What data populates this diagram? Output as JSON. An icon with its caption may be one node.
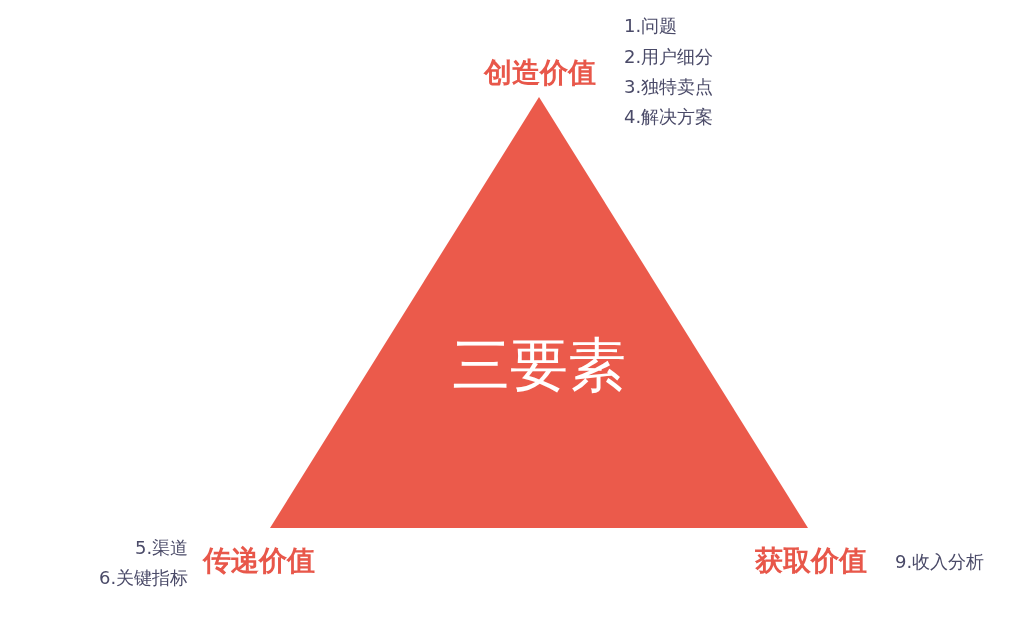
{
  "diagram": {
    "nodes": [
      {
        "text": [
          "三要素"
        ]
      }
    ],
    "labels": [
      "1.问题",
      "创造价值",
      "2.用户细分",
      "3.独特卖点",
      "4.解决方案",
      "5.渠道",
      "6.关键指标",
      "传递价值",
      "获取价值",
      "9.收入分析"
    ]
  }
}
